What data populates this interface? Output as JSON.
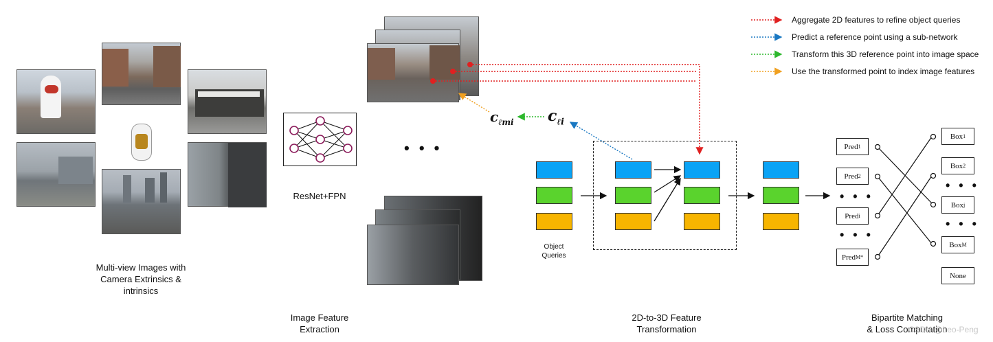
{
  "legend": [
    {
      "text": "Aggregate 2D features to refine object queries",
      "color": "#e02020"
    },
    {
      "text": "Predict a reference point using a sub-network",
      "color": "#1a78c2"
    },
    {
      "text": "Transform this 3D reference point into image space",
      "color": "#2db82d"
    },
    {
      "text": "Use the transformed point to index image features",
      "color": "#f0a020"
    }
  ],
  "labels": {
    "multiview_line1": "Multi-view Images with",
    "multiview_line2": "Camera Extrinsics &",
    "multiview_line3": "intrinsics",
    "backbone": "ResNet+FPN",
    "stage1_line1": "Image Feature",
    "stage1_line2": "Extraction",
    "stage2_line1": "2D-to-3D Feature",
    "stage2_line2": "Transformation",
    "stage3_line1": "Bipartite Matching",
    "stage3_line2": "& Loss Computation",
    "object_queries_line1": "Object",
    "object_queries_line2": "Queries",
    "watermark": "CSDN @Leo-Peng",
    "c_lmi": "c",
    "c_lmi_sub": "ℓmi",
    "c_li": "c",
    "c_li_sub": "ℓi",
    "ellipsis": "• • •"
  },
  "preds": [
    {
      "base": "Pred",
      "sub": "1"
    },
    {
      "base": "Pred",
      "sub": "2"
    },
    {
      "base": "Pred",
      "sub": "i"
    },
    {
      "base": "Pred",
      "sub": "M*"
    }
  ],
  "boxes": [
    {
      "base": "Box",
      "sub": "1"
    },
    {
      "base": "Box",
      "sub": "2"
    },
    {
      "base": "Box",
      "sub": "j"
    },
    {
      "base": "Box",
      "sub": "M"
    },
    {
      "base": "None",
      "sub": ""
    }
  ],
  "colors": {
    "query_blue": "#0aa3f5",
    "query_green": "#5ad32d",
    "query_yellow": "#f7b500",
    "neuron": "#8b1a5a"
  }
}
